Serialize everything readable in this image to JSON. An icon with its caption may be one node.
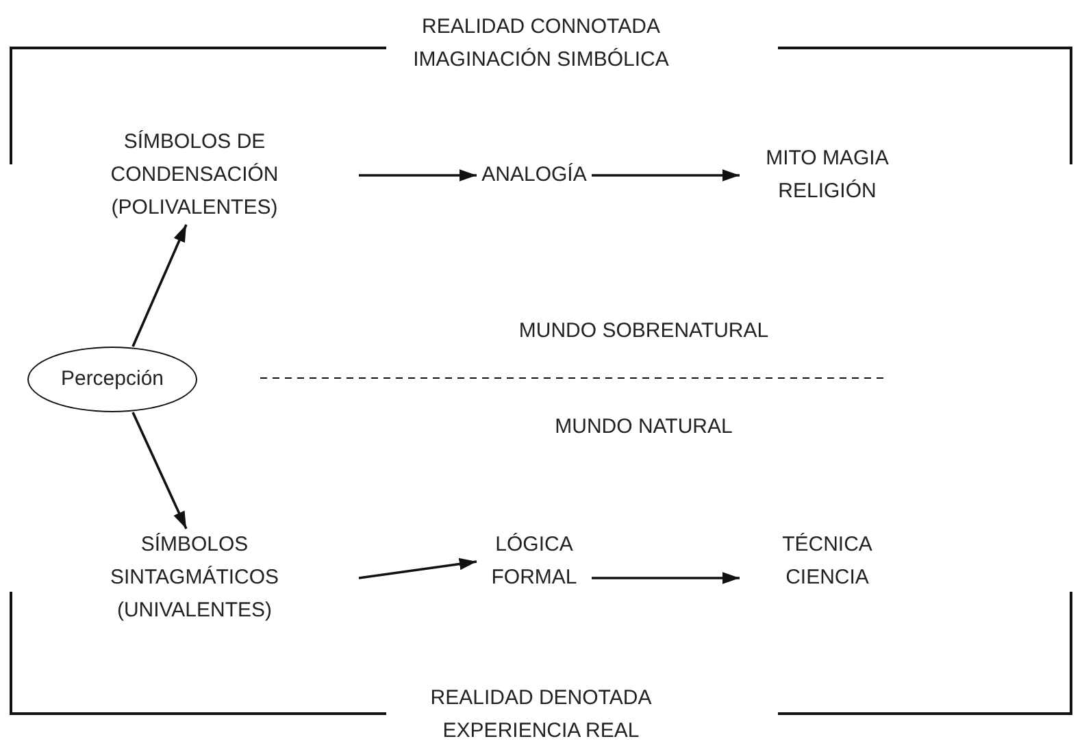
{
  "diagram": {
    "nodes": [
      {
        "text": [
          "SÍMBOLOS DE CONDENSACIÓN (POLIVALENTES)"
        ]
      },
      {
        "text": [
          "ANALOGÍA"
        ]
      },
      {
        "text": [
          "MITO MAGIA RELIGIÓN"
        ]
      },
      {
        "text": [
          "Percepción"
        ]
      },
      {
        "text": [
          "SÍMBOLOS SINTAGMÁTICOS (UNIVALENTES)"
        ]
      },
      {
        "text": [
          "LÓGICA FORMAL"
        ]
      },
      {
        "text": [
          "TÉCNICA CIENCIA"
        ]
      }
    ],
    "edges": [
      {
        "from": 0,
        "to": 1,
        "arrow": "to"
      },
      {
        "from": 1,
        "to": 2,
        "arrow": "to"
      },
      {
        "from": 3,
        "to": 0,
        "arrow": "to"
      },
      {
        "from": 3,
        "to": 4,
        "arrow": "to"
      },
      {
        "from": 4,
        "to": 5,
        "arrow": "to"
      },
      {
        "from": 5,
        "to": 6,
        "arrow": "to"
      }
    ],
    "labels": [
      "REALIDAD CONNOTADA IMAGINACIÓN SIMBÓLICA",
      "MUNDO SOBRENATURAL",
      "MUNDO NATURAL",
      "REALIDAD DENOTADA EXPERIENCIA REAL"
    ]
  }
}
